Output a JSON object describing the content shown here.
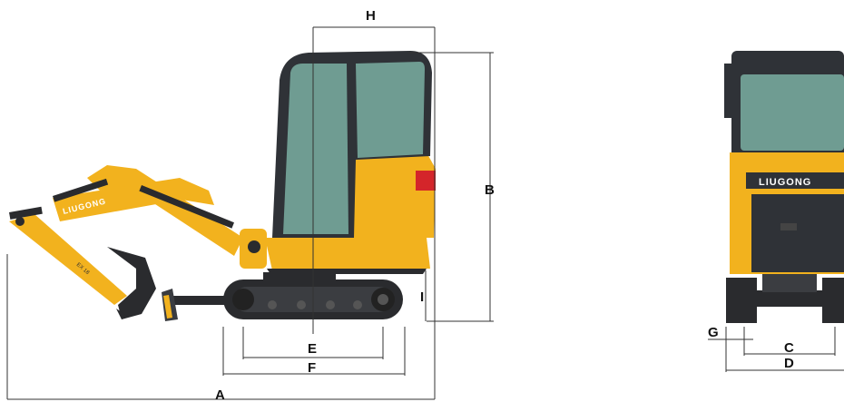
{
  "brand": "LIUGONG",
  "arm_model_text": "EX 18",
  "dimension_labels": {
    "A": "A",
    "B": "B",
    "C": "C",
    "D": "D",
    "E": "E",
    "F": "F",
    "G": "G",
    "H": "H",
    "I": "I"
  },
  "colors": {
    "machine_yellow": "#F2B21E",
    "cab_frame": "#2F3237",
    "glass": "#6F9C92",
    "track": "#2A2B2E",
    "tail_light": "#D4252A",
    "dimension_line": "#333333"
  }
}
